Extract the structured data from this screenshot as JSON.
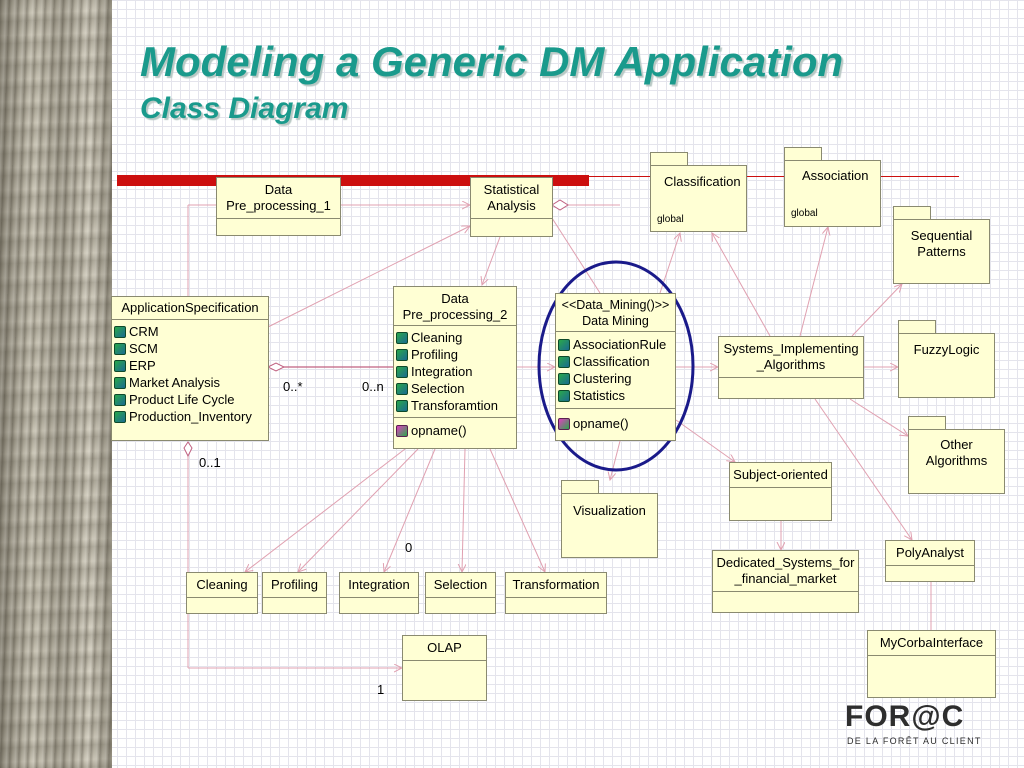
{
  "title": "Modeling a Generic DM Application",
  "subtitle": "Class Diagram",
  "classes": {
    "data_pre1": {
      "name": "Data\nPre_processing_1"
    },
    "stat": {
      "name": "Statistical\nAnalysis"
    },
    "appspec": {
      "name": "ApplicationSpecification",
      "attributes": [
        "CRM",
        "SCM",
        "ERP",
        "Market Analysis",
        "Product Life Cycle",
        "Production_Inventory"
      ]
    },
    "data_pre2": {
      "name": "Data\nPre_processing_2",
      "attributes": [
        "Cleaning",
        "Profiling",
        "Integration",
        "Selection",
        "Transforamtion"
      ],
      "operation": "opname()"
    },
    "dm": {
      "name": "<<Data_Mining()>>\nData Mining",
      "attributes": [
        "AssociationRule",
        "Classification",
        "Clustering",
        "Statistics"
      ],
      "operation": "opname()"
    },
    "sia": {
      "name": "Systems_Implementing\n_Algorithms"
    },
    "subj": {
      "name": "Subject-oriented"
    },
    "dedicated": {
      "name": "Dedicated_Systems_for\n_financial_market"
    },
    "poly": {
      "name": "PolyAnalyst"
    },
    "mycorba": {
      "name": "MyCorbaInterface"
    },
    "cleaning": {
      "name": "Cleaning"
    },
    "profiling": {
      "name": "Profiling"
    },
    "integration": {
      "name": "Integration"
    },
    "selection": {
      "name": "Selection"
    },
    "transformation": {
      "name": "Transformation"
    },
    "olap": {
      "name": "OLAP"
    }
  },
  "packages": {
    "classification": {
      "name": "Classification",
      "stereo": "global"
    },
    "association": {
      "name": "Association",
      "stereo": "global"
    },
    "sequential": {
      "name": "Sequential\nPatterns"
    },
    "fuzzy": {
      "name": "FuzzyLogic"
    },
    "other": {
      "name": "Other\nAlgorithms"
    },
    "visualization": {
      "name": "Visualization"
    }
  },
  "multiplicities": {
    "m1": "0..*",
    "m2": "0..n",
    "m3": "0..1",
    "m4": "0",
    "m5": "1"
  },
  "logo": {
    "word": "FOR@C",
    "tagline": "DE LA FORÊT AU CLIENT"
  },
  "colors": {
    "title": "#1a9a8c",
    "bar": "#cc0f0f",
    "box_fill": "#ffffd4",
    "link": "#e0a0b0",
    "ellipse": "#1a1a8a"
  }
}
